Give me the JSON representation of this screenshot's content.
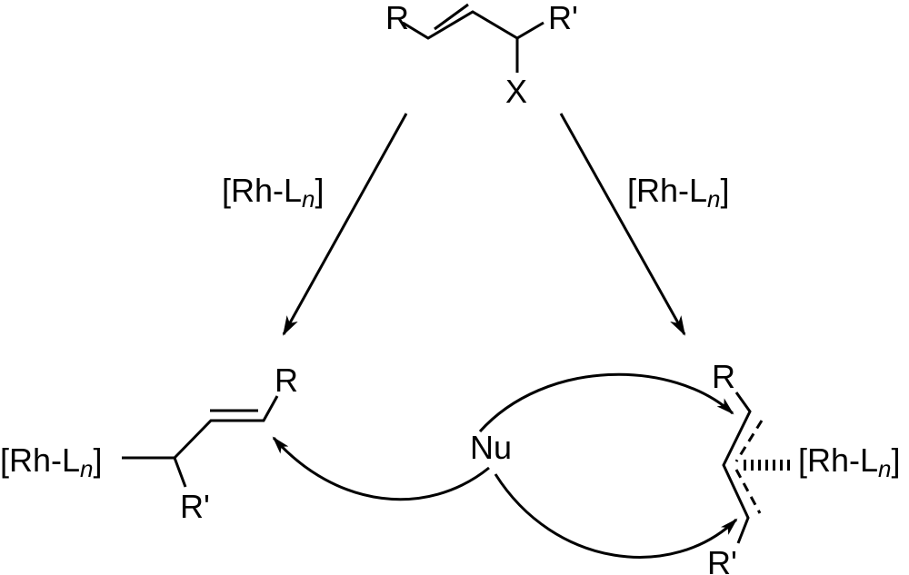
{
  "substrate": {
    "r": "R",
    "r_prime": "R'",
    "leaving_group": "X"
  },
  "catalyst": {
    "main": "[Rh-L",
    "sub": "n",
    "close": "]"
  },
  "left_path": {
    "label_main": "[Rh-L",
    "label_sub": "n",
    "label_close": "]"
  },
  "right_path": {
    "label_main": "[Rh-L",
    "label_sub": "n",
    "label_close": "]"
  },
  "sigma_allyl": {
    "r": "R",
    "r_prime": "R'",
    "metal_main": "[Rh-L",
    "metal_sub": "n",
    "metal_close": "]"
  },
  "pi_allyl": {
    "r": "R",
    "r_prime": "R'",
    "metal_main": "[Rh-L",
    "metal_sub": "n",
    "metal_close": "]"
  },
  "nucleophile": "Nu"
}
